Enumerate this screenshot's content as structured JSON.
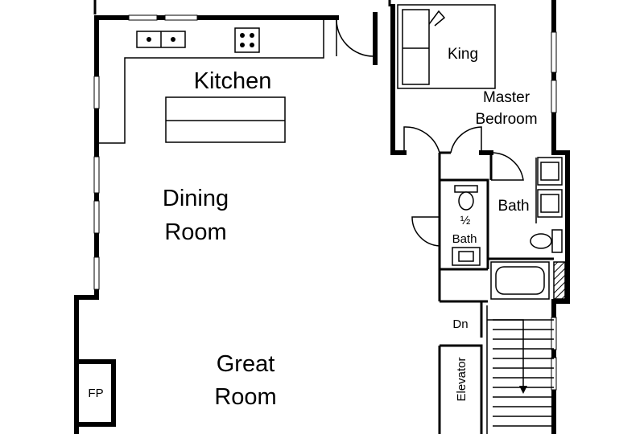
{
  "rooms": {
    "kitchen": "Kitchen",
    "dining_line1": "Dining",
    "dining_line2": "Room",
    "great_line1": "Great",
    "great_line2": "Room",
    "master_line1": "Master",
    "master_line2": "Bedroom",
    "bath": "Bath",
    "half_bath_fraction": "½",
    "half_bath": "Bath",
    "fireplace": "FP",
    "elevator": "Elevator",
    "stairs_down": "Dn"
  },
  "furniture": {
    "bed": "King"
  }
}
